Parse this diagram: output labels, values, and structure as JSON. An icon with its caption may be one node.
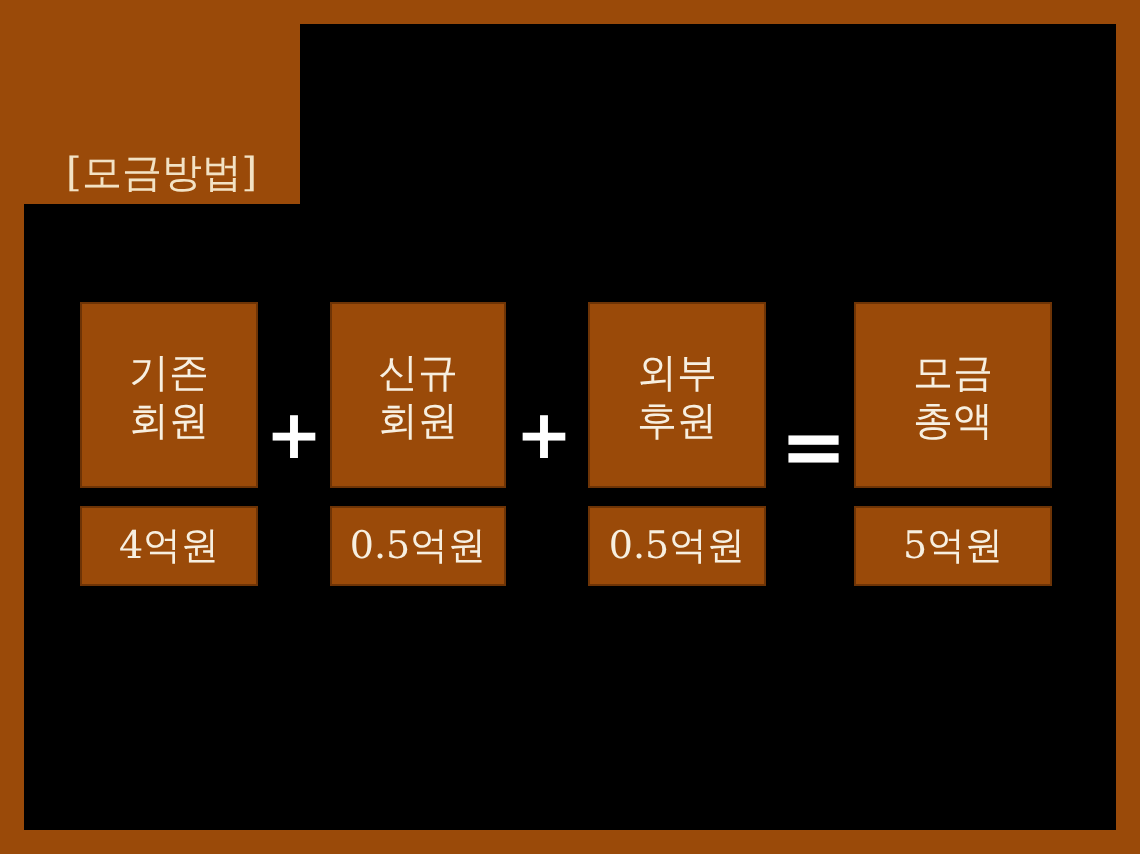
{
  "diagram": {
    "title": "[모금방법]",
    "nodes": [
      {
        "text": [
          "기존 회원"
        ]
      },
      {
        "text": [
          "신규 회원"
        ]
      },
      {
        "text": [
          "외부 후원"
        ]
      },
      {
        "text": [
          "모금 총액"
        ]
      },
      {
        "text": [
          "4억원"
        ]
      },
      {
        "text": [
          "0.5억원"
        ]
      },
      {
        "text": [
          "0.5억원"
        ]
      },
      {
        "text": [
          "5억원"
        ]
      }
    ],
    "labels": [
      "+",
      "+",
      "="
    ]
  }
}
